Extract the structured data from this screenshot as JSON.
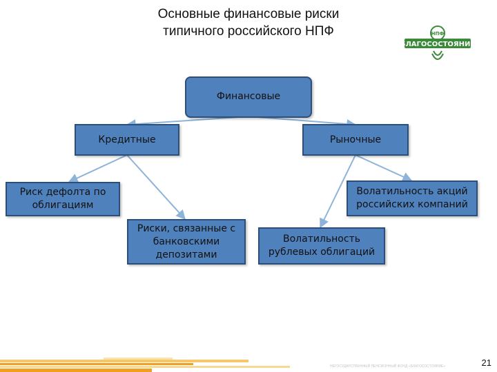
{
  "title": {
    "line1": "Основные финансовые риски",
    "line2": "типичного российского НПФ"
  },
  "logo": {
    "text": "БЛАГОСОСТОЯНИЕ",
    "top_text": "НПФ"
  },
  "colors": {
    "node_fill": "#4f81bd",
    "node_border": "#2b4f78",
    "logo_green": "#3a8a3a",
    "footer_orange": "#f0a020"
  },
  "nodes": {
    "root": "Финансовые",
    "credit": "Кредитные",
    "market": "Рыночные",
    "default": "Риск дефолта по\nоблигациям",
    "equity": "Волатильность акций\nроссийских компаний",
    "bank": "Риски, связанные с\nбанковскими\nдепозитами",
    "bonds": "Волатильность\nрублевых облигаций"
  },
  "footer": {
    "page_number": "21",
    "small_text": "НЕГОСУДАРСТВЕННЫЙ ПЕНСИОННЫЙ ФОНД «БЛАГОСОСТОЯНИЕ»"
  }
}
